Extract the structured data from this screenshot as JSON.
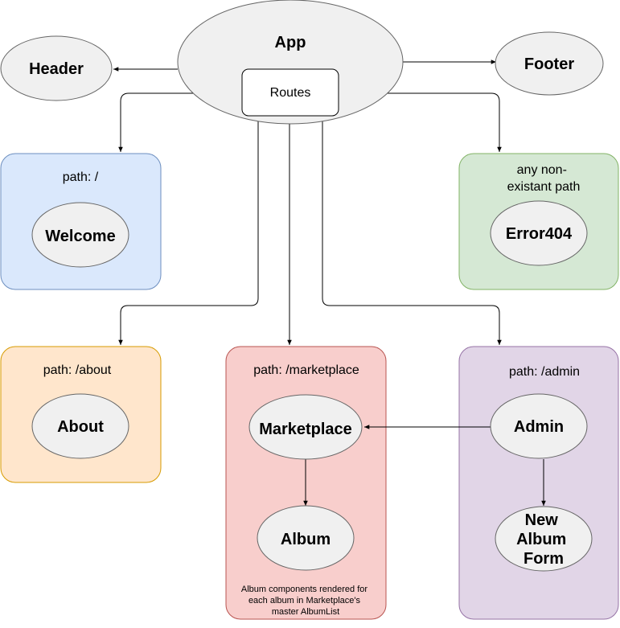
{
  "nodes": {
    "app": "App",
    "routes": "Routes",
    "header": "Header",
    "footer": "Footer",
    "welcome": "Welcome",
    "error404": "Error404",
    "about": "About",
    "marketplace": "Marketplace",
    "album": "Album",
    "admin": "Admin",
    "new_album_form": [
      "New",
      "Album",
      "Form"
    ]
  },
  "route_boxes": {
    "root": {
      "label": "path: /",
      "color": "#dae8fc",
      "border": "#6c8ebf"
    },
    "not_found": {
      "label": [
        "any non-",
        "existant path"
      ],
      "color": "#d5e8d4",
      "border": "#82b366"
    },
    "about": {
      "label": "path: /about",
      "color": "#ffe6cc",
      "border": "#d79b00"
    },
    "marketplace": {
      "label": "path: /marketplace",
      "color": "#f8cecc",
      "border": "#b85450"
    },
    "admin": {
      "label": "path: /admin",
      "color": "#e1d5e7",
      "border": "#9673a6"
    }
  },
  "note": [
    "Album components rendered for",
    "each album in Marketplace's",
    "master AlbumList"
  ],
  "colors": {
    "node_fill": "#f0f0f0",
    "node_stroke": "#666666",
    "edge": "#000000"
  }
}
